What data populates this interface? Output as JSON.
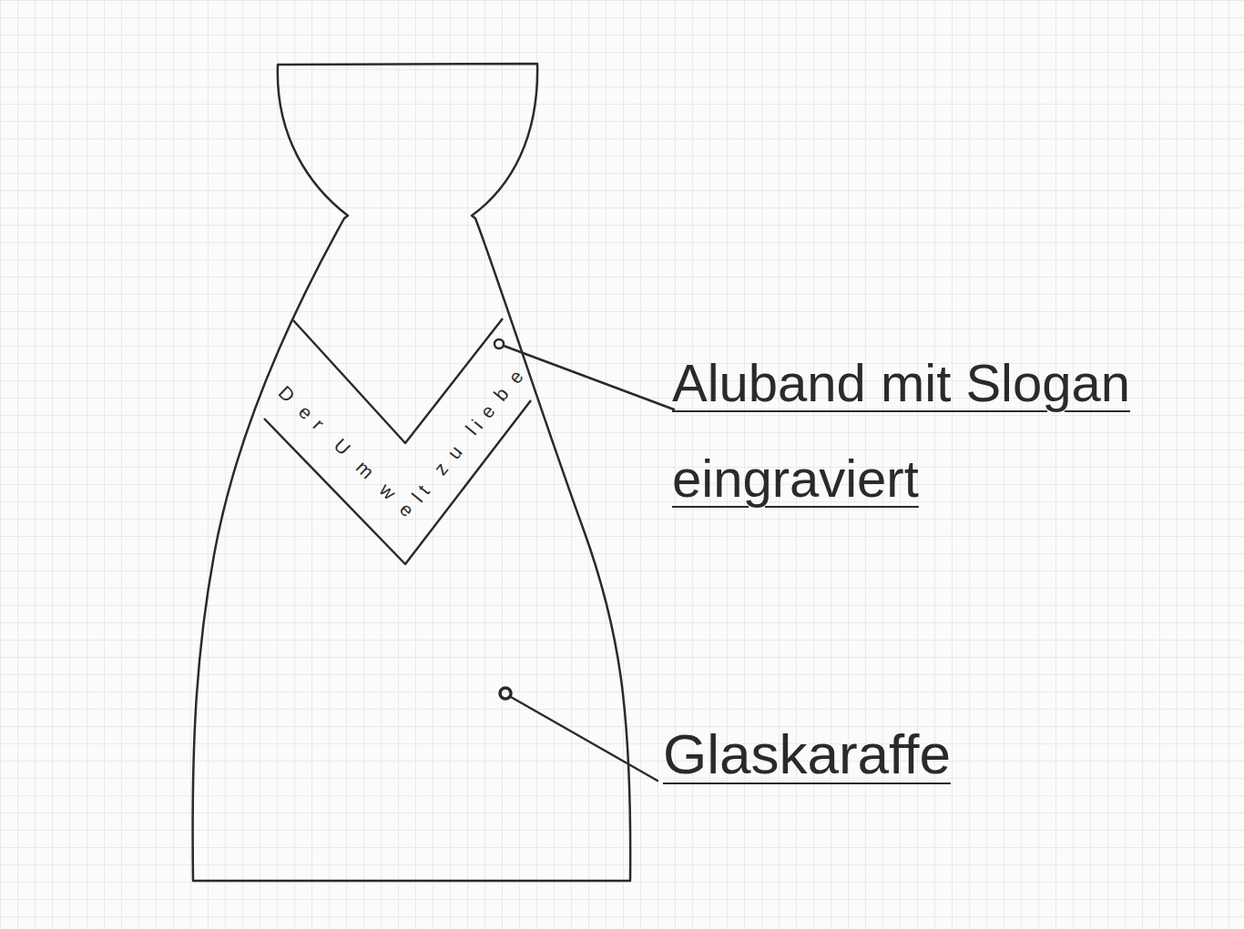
{
  "diagram": {
    "nodes": [
      {
        "text": [
          "Der Umwelt zu liebe"
        ]
      }
    ],
    "labels": [
      "Aluband mit Slogan eingraviert",
      "Glaskaraffe"
    ]
  }
}
